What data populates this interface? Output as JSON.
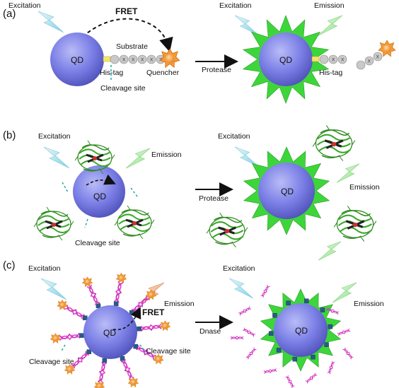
{
  "panels": {
    "a": {
      "label": "(a)",
      "excitation": "Excitation",
      "fret": "FRET",
      "qd": "QD",
      "substrate": "Substrate",
      "his_tag": "His-tag",
      "quencher": "Quencher",
      "cleavage_site": "Cleavage site",
      "protease": "Protease",
      "excitation_right": "Excitation",
      "emission_right": "Emission",
      "qd_right": "QD",
      "his_tag_right": "His-tag",
      "substrate_bead_mark": "X"
    },
    "b": {
      "label": "(b)",
      "excitation": "Excitation",
      "emission": "Emission",
      "qd": "QD",
      "cleavage_site": "Cleavage site",
      "protease": "Protease",
      "excitation_right": "Excitation",
      "emission_right": "Emission",
      "qd_right": "QD"
    },
    "c": {
      "label": "(c)",
      "excitation": "Excitation",
      "emission": "Emission",
      "fret": "FRET",
      "qd": "QD",
      "cleavage_site_left": "Cleavage site",
      "cleavage_site_right": "Cleavage site",
      "dnase": "Dnase",
      "excitation_right": "Excitation",
      "emission_right": "Emission",
      "qd_right": "QD"
    }
  },
  "colors": {
    "qd_fill": "#7b7fe6",
    "qd_dark": "#4d50b8",
    "star_green": "#3dd63a",
    "excitation_bolt": "#a8e3f0",
    "emission_bolt_green": "#b5f0b0",
    "emission_bolt_orange": "#f2b088",
    "quencher_orange": "#f39a35",
    "dna_pink": "#e23fd0",
    "protein_green": "#3a9a2a",
    "cleavage_dash": "#1aa9a9",
    "bead_gray": "#c9c9c9"
  }
}
